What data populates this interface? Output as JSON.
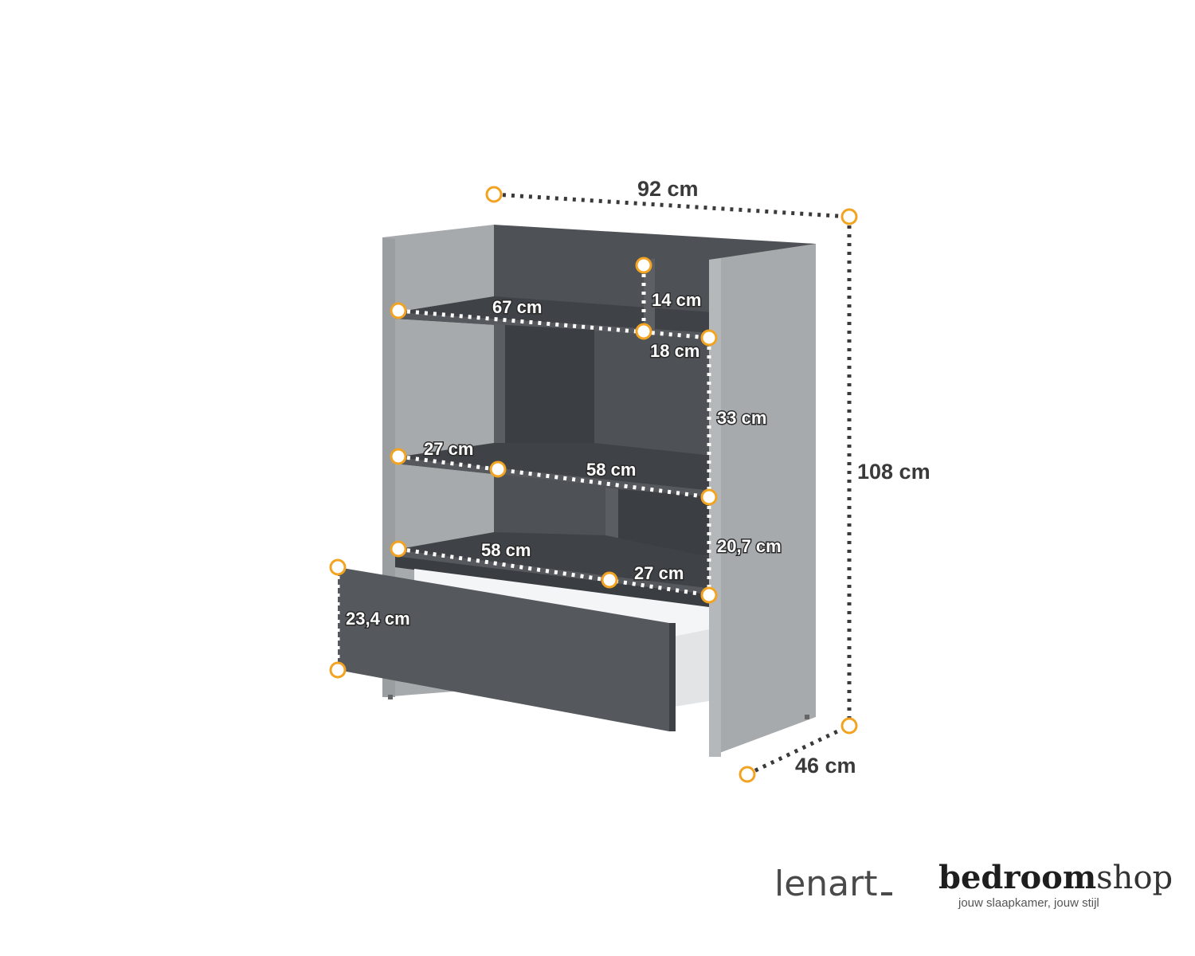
{
  "dimensions": {
    "width": "92 cm",
    "height": "108 cm",
    "depth": "46 cm",
    "top_shelf_width": "67 cm",
    "top_niche_height": "14 cm",
    "top_niche_width": "18 cm",
    "middle_section_height": "33 cm",
    "left_shelf_width": "27 cm",
    "middle_shelf_width": "58 cm",
    "lower_section_height": "20,7 cm",
    "lower_shelf_width": "58 cm",
    "lower_right_shelf_width": "27 cm",
    "drawer_height": "23,4 cm"
  },
  "brands": {
    "lenart": "lenart",
    "bedroomshop_bold": "bedroom",
    "bedroomshop_light": "shop",
    "tagline": "jouw slaapkamer, jouw stijl"
  },
  "colors": {
    "marker": "#f2a321",
    "body_light": "#a7aaad",
    "body_dark": "#4e5155",
    "dimension_text": "#3a3a3a"
  }
}
